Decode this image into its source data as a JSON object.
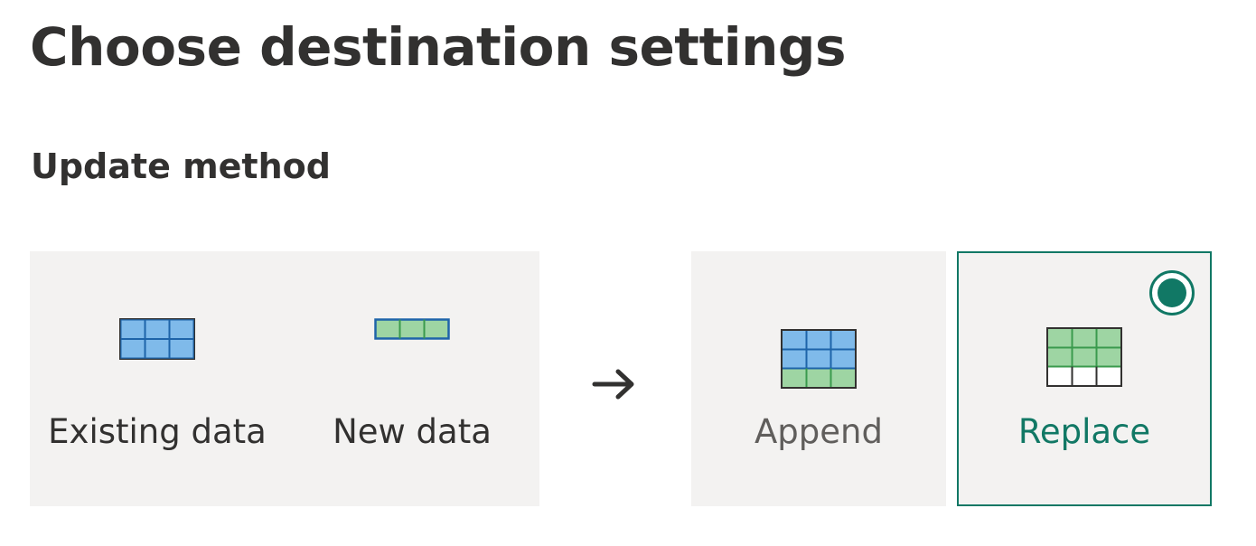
{
  "header": {
    "title": "Choose destination settings"
  },
  "update_method": {
    "label": "Update method",
    "legend": {
      "existing": {
        "label": "Existing data",
        "icon": "existing-data-table-icon"
      },
      "new": {
        "label": "New data",
        "icon": "new-data-table-icon"
      }
    },
    "arrow_icon": "right-arrow-icon",
    "options": [
      {
        "label": "Append",
        "icon": "append-table-icon",
        "selected": false
      },
      {
        "label": "Replace",
        "icon": "replace-table-icon",
        "selected": true
      }
    ]
  },
  "colors": {
    "accent": "#117865",
    "card_background": "#f3f2f1",
    "existing_data_fill": "#7fbaea",
    "existing_data_line": "#1e64a9",
    "new_data_fill": "#9ed5a3",
    "text": "#323130",
    "muted_text": "#605e5c"
  }
}
